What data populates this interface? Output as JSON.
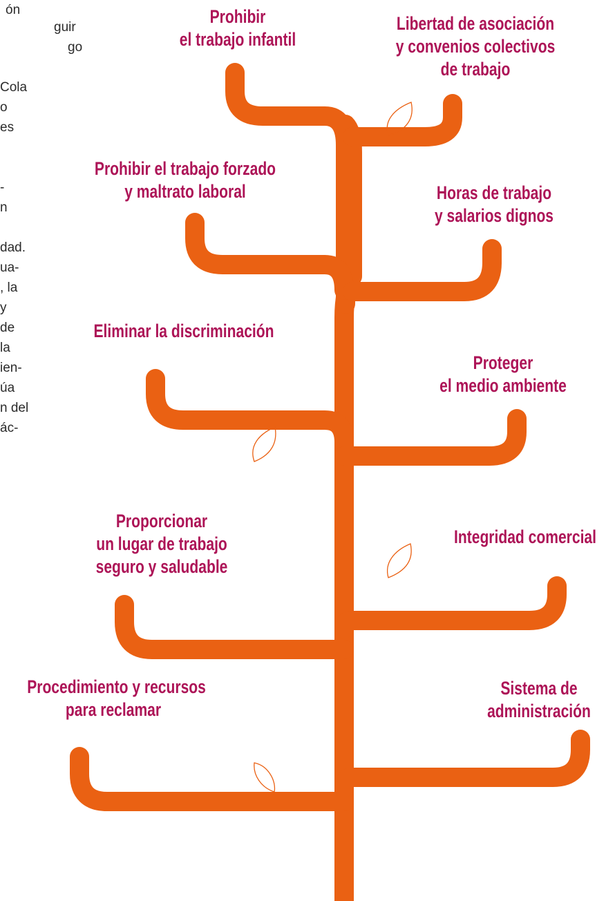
{
  "colors": {
    "branch": "#ea6113",
    "label": "#ad1457",
    "text": "#2b2b2b",
    "background": "#ffffff"
  },
  "side_text_fragments": [
    "ón",
    "guir",
    "go",
    "",
    "Cola",
    "o",
    "es",
    "",
    "",
    "-",
    "n",
    "",
    "dad.",
    "ua-",
    ", la",
    "y",
    "de",
    "la",
    "ien-",
    "úa",
    "n del",
    "ác-"
  ],
  "branches": [
    {
      "id": "child-labor",
      "label_lines": [
        "Prohibir",
        "el trabajo infantil"
      ]
    },
    {
      "id": "association",
      "label_lines": [
        "Libertad de asociación",
        "y convenios colectivos",
        "de trabajo"
      ]
    },
    {
      "id": "forced-labor",
      "label_lines": [
        "Prohibir el trabajo forzado",
        "y maltrato laboral"
      ]
    },
    {
      "id": "hours-wages",
      "label_lines": [
        "Horas de trabajo",
        "y salarios dignos"
      ]
    },
    {
      "id": "discrimination",
      "label_lines": [
        "Eliminar la discriminación"
      ]
    },
    {
      "id": "environment",
      "label_lines": [
        "Proteger",
        "el medio ambiente"
      ]
    },
    {
      "id": "safe-workplace",
      "label_lines": [
        "Proporcionar",
        "un lugar de trabajo",
        "seguro y saludable"
      ]
    },
    {
      "id": "integrity",
      "label_lines": [
        "Integridad comercial"
      ]
    },
    {
      "id": "grievance",
      "label_lines": [
        "Procedimiento y recursos",
        "para reclamar"
      ]
    },
    {
      "id": "management",
      "label_lines": [
        "Sistema de",
        "administración"
      ]
    }
  ]
}
